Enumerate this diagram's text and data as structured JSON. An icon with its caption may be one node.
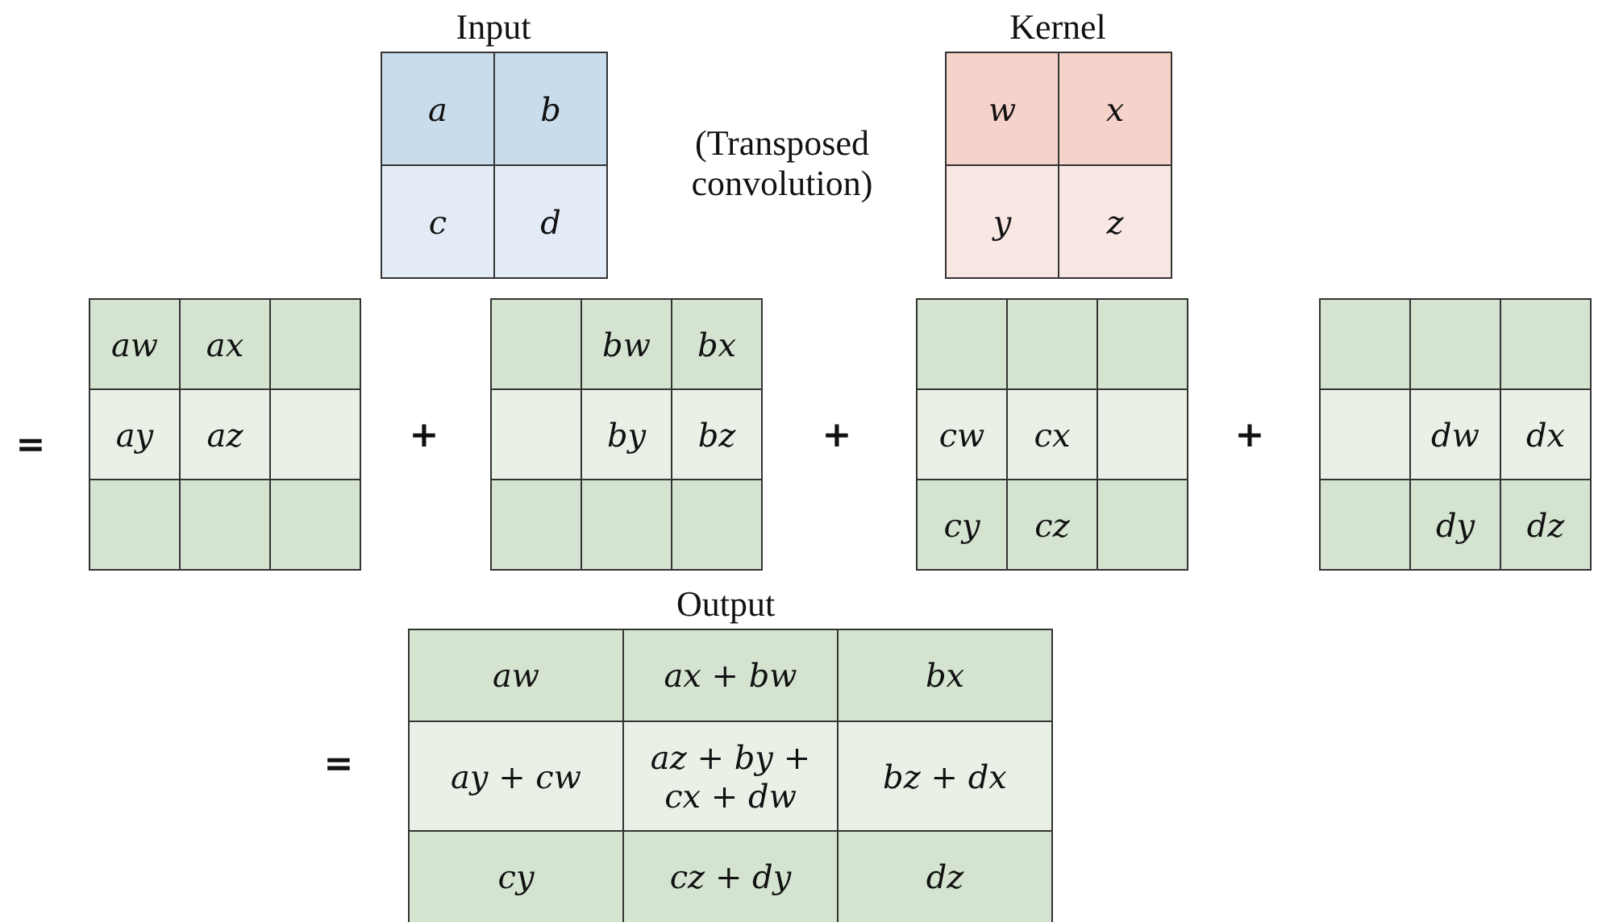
{
  "diagram": {
    "labels": [
      "Input",
      "a",
      "b",
      "c",
      "d",
      "(Transposed convolution)",
      "Kernel",
      "w",
      "x",
      "y",
      "z",
      "=",
      "aw",
      "ax",
      "ay",
      "az",
      "+",
      "bw",
      "bx",
      "by",
      "bz",
      "+",
      "cw",
      "cx",
      "cy",
      "cz",
      "+",
      "dw",
      "dx",
      "dy",
      "dz",
      "Output",
      "=",
      "aw",
      "ax + bw",
      "bx",
      "ay + cw",
      "az + by + cx + dw",
      "bz + dx",
      "cy",
      "cz + dy",
      "dz"
    ]
  }
}
